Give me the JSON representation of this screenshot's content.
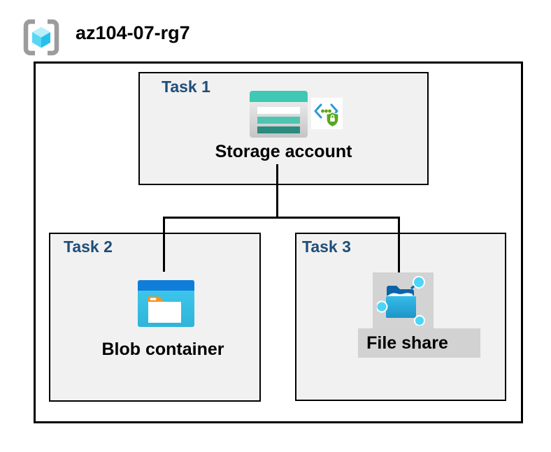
{
  "header": {
    "title": "az104-07-rg7",
    "icon": "resource-group-icon"
  },
  "tasks": [
    {
      "label": "Task 1",
      "resource": "Storage account",
      "icons": [
        "storage-account-icon",
        "secure-endpoint-icon"
      ]
    },
    {
      "label": "Task 2",
      "resource": "Blob container",
      "icons": [
        "blob-container-icon"
      ]
    },
    {
      "label": "Task 3",
      "resource": "File share",
      "icons": [
        "file-share-icon"
      ]
    }
  ],
  "connections": [
    {
      "from": "Storage account",
      "to": "Blob container"
    },
    {
      "from": "Storage account",
      "to": "File share"
    }
  ],
  "colors": {
    "task_label": "#1f4e79",
    "task_box_bg": "#f1f1f1",
    "border": "#000000",
    "storage_teal": "#3fc8b3",
    "storage_teal_dark": "#2a8b7f",
    "blob_header_blue": "#0f7dd9",
    "blob_body_blue": "#3ac4ee",
    "file_folder_blue": "#0c63a8",
    "node_cyan": "#4cd5f7",
    "shield_green": "#58a71e",
    "bracket_gray": "#9c9c9c",
    "highlight_gray": "#d2d2d2"
  }
}
